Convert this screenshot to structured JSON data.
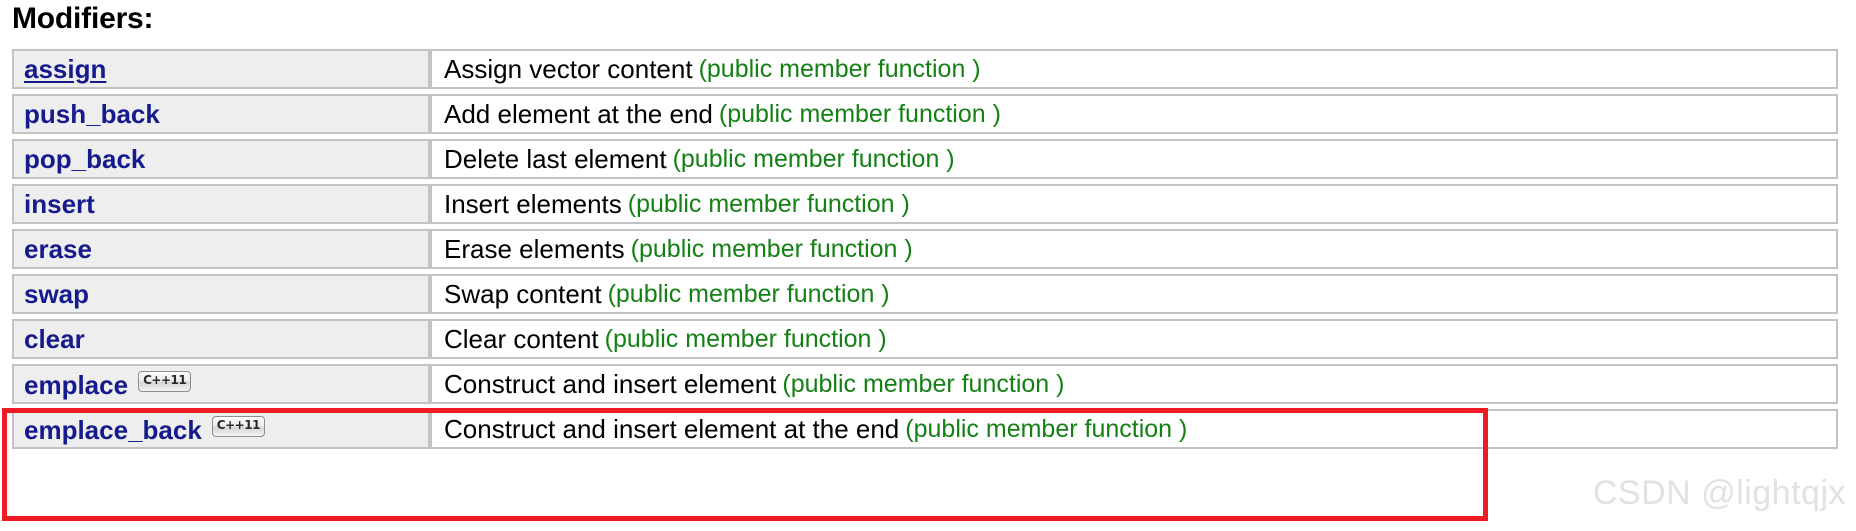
{
  "heading": "Modifiers:",
  "table": {
    "rows": [
      {
        "name": "assign",
        "underlined": true,
        "badge": "",
        "desc": "Assign vector content",
        "note": "(public member function )"
      },
      {
        "name": "push_back",
        "underlined": false,
        "badge": "",
        "desc": "Add element at the end",
        "note": "(public member function )"
      },
      {
        "name": "pop_back",
        "underlined": false,
        "badge": "",
        "desc": "Delete last element",
        "note": "(public member function )"
      },
      {
        "name": "insert",
        "underlined": false,
        "badge": "",
        "desc": "Insert elements",
        "note": "(public member function )"
      },
      {
        "name": "erase",
        "underlined": false,
        "badge": "",
        "desc": "Erase elements",
        "note": "(public member function )"
      },
      {
        "name": "swap",
        "underlined": false,
        "badge": "",
        "desc": "Swap content",
        "note": "(public member function )"
      },
      {
        "name": "clear",
        "underlined": false,
        "badge": "",
        "desc": "Clear content",
        "note": "(public member function )"
      },
      {
        "name": "emplace",
        "underlined": false,
        "badge": "C++11",
        "desc": "Construct and insert element",
        "note": "(public member function )"
      },
      {
        "name": "emplace_back",
        "underlined": false,
        "badge": "C++11",
        "desc": "Construct and insert element at the end",
        "note": "(public member function )"
      }
    ]
  },
  "annotation": {
    "highlight_color": "#ee1b24",
    "highlighted_rows": [
      "emplace",
      "emplace_back"
    ]
  },
  "watermark": {
    "text": "CSDN @lightqjx",
    "color": "#e2e2e2"
  },
  "colors": {
    "link": "#151b8d",
    "note": "#158015",
    "row_name_bg": "#eeeeee",
    "border": "#c3c3c3"
  }
}
